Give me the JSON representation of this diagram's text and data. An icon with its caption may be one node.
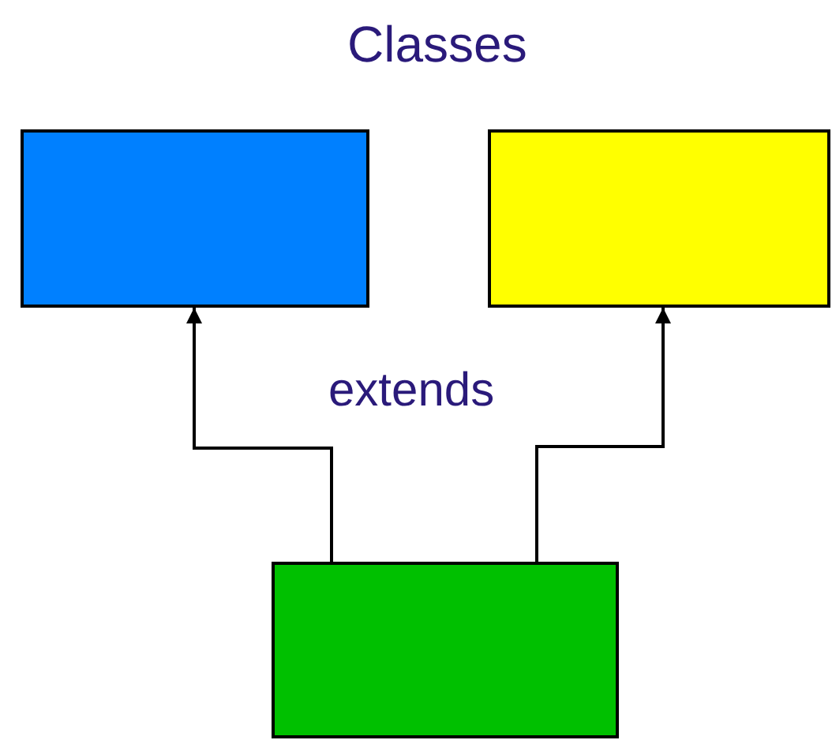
{
  "diagram": {
    "title": "Classes",
    "nodes": [
      {
        "text": [],
        "shape": "box"
      },
      {
        "text": [],
        "shape": "box"
      },
      {
        "text": [],
        "shape": "box"
      }
    ],
    "edges": [
      {
        "from": 2,
        "to": 0,
        "arrow": "to"
      },
      {
        "from": 2,
        "to": 1,
        "arrow": "to"
      }
    ],
    "labels": [
      "extends"
    ]
  }
}
